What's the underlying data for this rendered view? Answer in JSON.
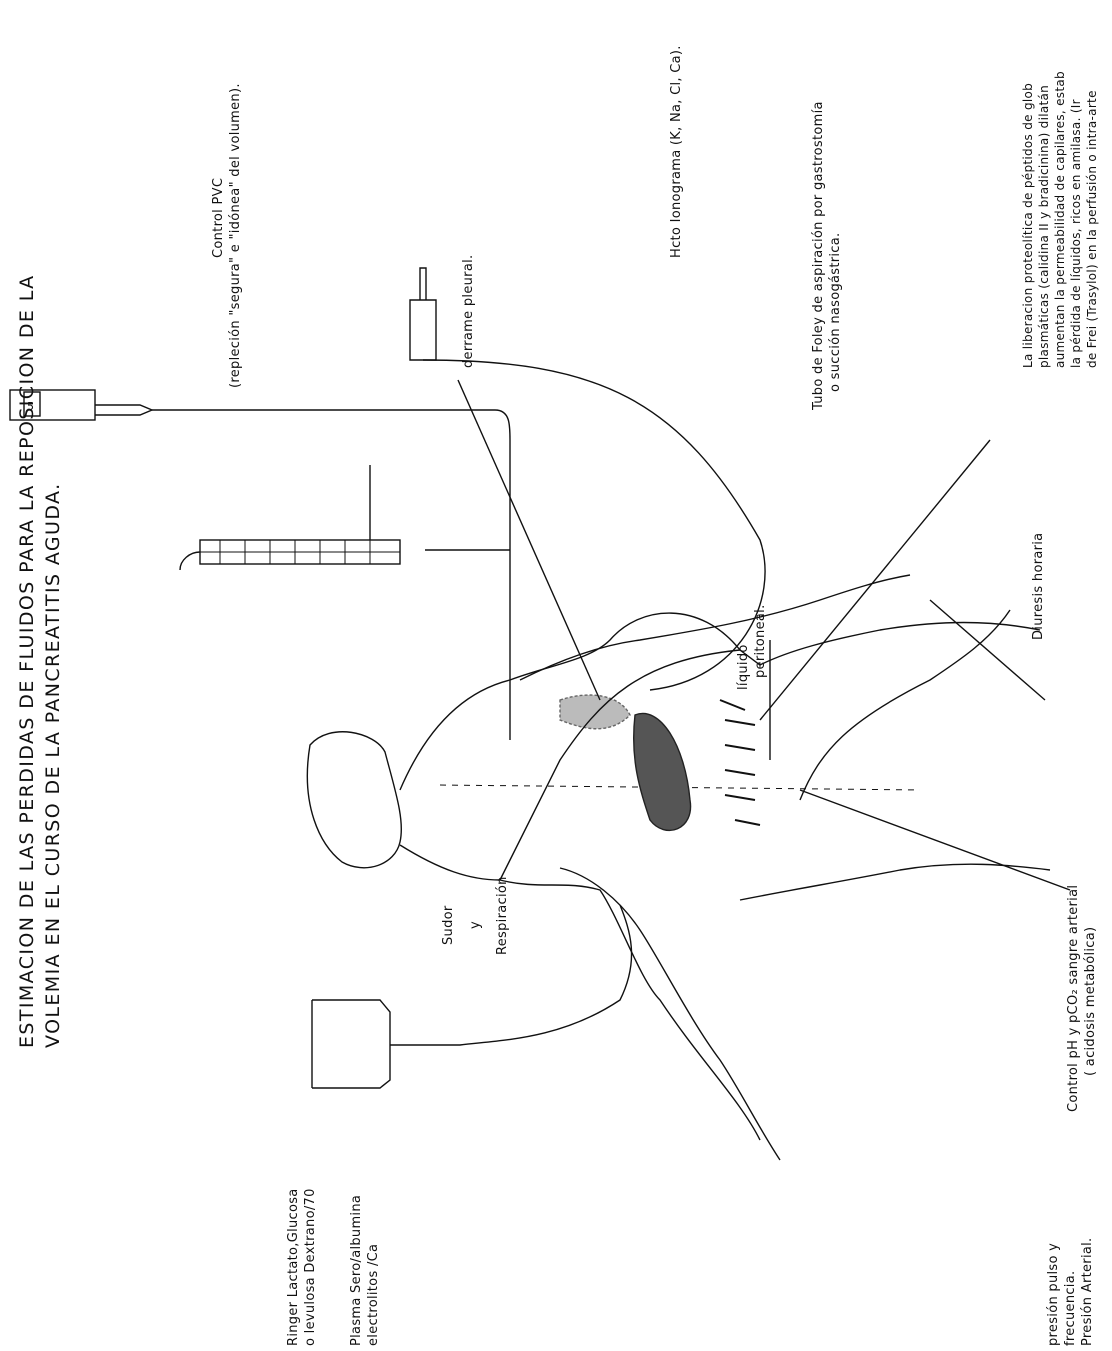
{
  "title": {
    "line1": "ESTIMACION DE LAS PERDIDAS DE FLUIDOS PARA LA REPOSICION DE LA",
    "line2": "VOLEMIA EN EL CURSO DE LA PANCREATITIS AGUDA."
  },
  "labels": {
    "ringer_1": "Ringer Lactato,Glucosa",
    "ringer_2": "o levulosa Dextrano/70",
    "plasma_1": "Plasma Sero/albumina",
    "plasma_2": "electrolitos /Ca",
    "presion_1": "presión pulso y",
    "presion_2": "frecuencia.",
    "presion_3": "Presión Arterial.",
    "sudor_1": "Sudor",
    "sudor_2": "y",
    "sudor_3": "Respiración",
    "control_ph_1": "Control pH y pCO₂ sangre arterial",
    "control_ph_2": "( acidosis metabólica)",
    "pvc_1": "Control PVC",
    "pvc_2": "(repleción \"segura\" e \"idónea\" del volumen).",
    "derrame": "derrame pleural.",
    "hcto": "Hcto Ionograma (K, Na, Cl, Ca).",
    "foley_1": "Tubo de Foley de aspiración por gastrostomía",
    "foley_2": "o succión nasogástrica.",
    "liquido_1": "líquido",
    "liquido_2": "peritoneal.",
    "diuresis": "Diuresis horaria",
    "lib_1": "La liberacion proteolítica de péptidos de glob",
    "lib_2": "plasmáticas (calidina II y bradicinina) dilatán",
    "lib_3": "aumentan la permeabilidad de capilares, estab",
    "lib_4": "la pérdida de líquidos, ricos en amilasa. (Ir",
    "lib_5": "de Frei (Trasylol) en la perfusión o intra-arte"
  },
  "colors": {
    "ink": "#111111",
    "pancreas": "#555555",
    "shade": "#bbbbbb"
  }
}
